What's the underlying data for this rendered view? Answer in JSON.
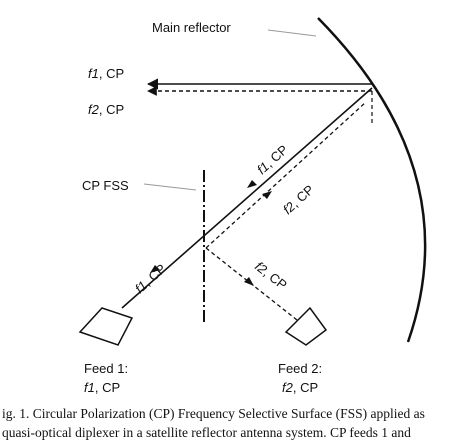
{
  "diagram": {
    "labels": {
      "main_reflector": "Main reflector",
      "cp_fss": "CP FSS",
      "beam_f1_out": {
        "freq": "f1",
        "pol": ", CP"
      },
      "beam_f2_out": {
        "freq": "f2",
        "pol": ", CP"
      },
      "beam_f1_mid": {
        "freq": "f1",
        "pol": ", CP"
      },
      "beam_f2_mid": {
        "freq": "f2",
        "pol": ", CP"
      },
      "beam_f1_feed": {
        "freq": "f1",
        "pol": ", CP"
      },
      "beam_f2_feed": {
        "freq": "f2",
        "pol": ", CP"
      },
      "feed1": {
        "title": "Feed 1:",
        "freq": "f1",
        "pol": ", CP"
      },
      "feed2": {
        "title": "Feed 2:",
        "freq": "f2",
        "pol": ", CP"
      }
    },
    "caption": {
      "line1": "ig. 1. Circular Polarization (CP) Frequency Selective Surface (FSS) applied as",
      "line2": "quasi-optical diplexer in a satellite reflector antenna system. CP feeds 1 and"
    }
  }
}
